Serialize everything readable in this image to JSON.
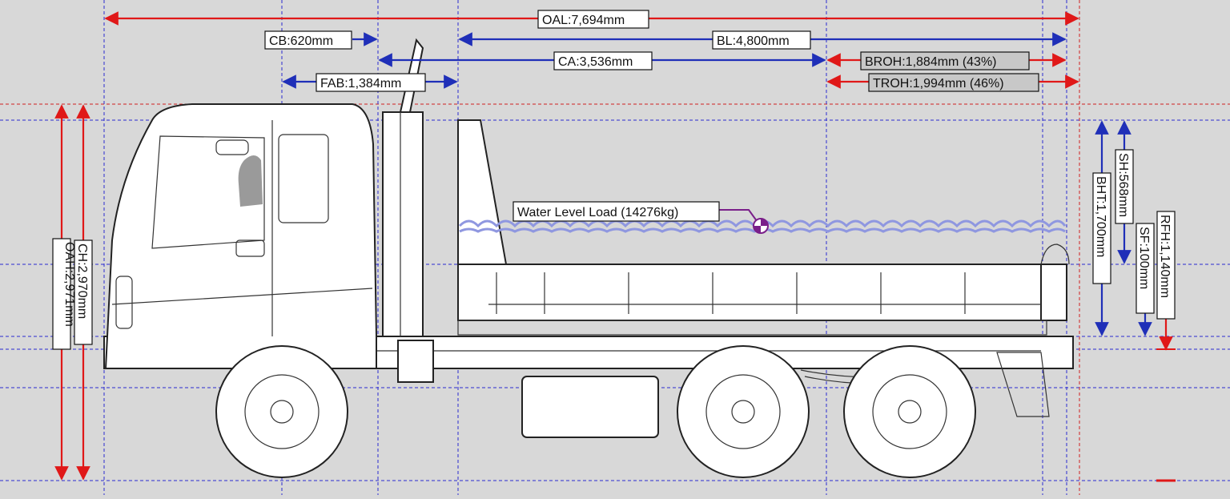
{
  "colors": {
    "background": "#d8d8d8",
    "red_dimension": "#e01818",
    "blue_dimension": "#1f2fb8",
    "water": "#8f97e0",
    "water_marker": "#7a1f8a"
  },
  "dimensions": {
    "oal": "OAL:7,694mm",
    "cb": "CB:620mm",
    "bl": "BL:4,800mm",
    "ca": "CA:3,536mm",
    "broh": "BROH:1,884mm (43%)",
    "fab": "FAB:1,384mm",
    "troh": "TROH:1,994mm (46%)",
    "oah": "OAH:2,971mm",
    "ch": "CH:2,970mm",
    "bht": "BHT:1,700mm",
    "sh": "SH:568mm",
    "sf": "SF:100mm",
    "rfh": "RFH:1,140mm"
  },
  "annotation": {
    "water_level": "Water Level Load (14276kg)"
  }
}
